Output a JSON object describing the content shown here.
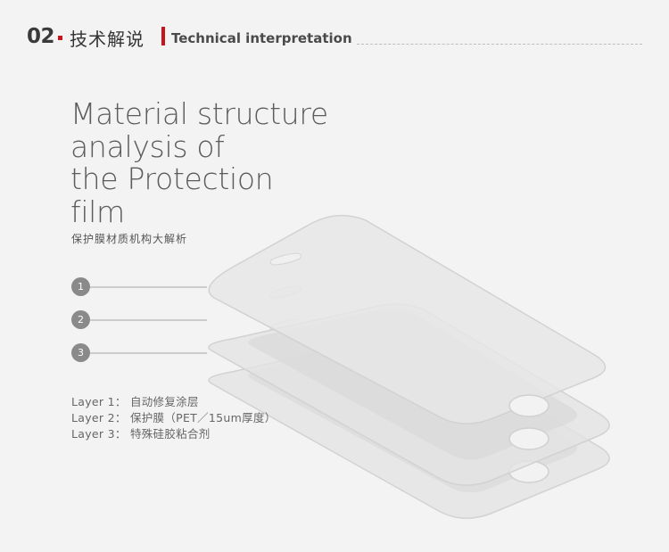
{
  "header": {
    "number": "02",
    "title_cn": "技术解说",
    "title_en": "Technical interpretation"
  },
  "title_lines": [
    "Material structure",
    "analysis of",
    "the Protection",
    "film"
  ],
  "subtitle": "保护膜材质机构大解析",
  "markers": [
    "1",
    "2",
    "3"
  ],
  "layers": [
    "Layer 1：  自动修复涂层",
    "Layer 2：  保护膜（PET／15um厚度）",
    "Layer 3：  特殊硅胶粘合剂"
  ],
  "colors": {
    "accent": "#c8141e",
    "background": "#f3f3f3",
    "marker": "#8a8a8a"
  }
}
